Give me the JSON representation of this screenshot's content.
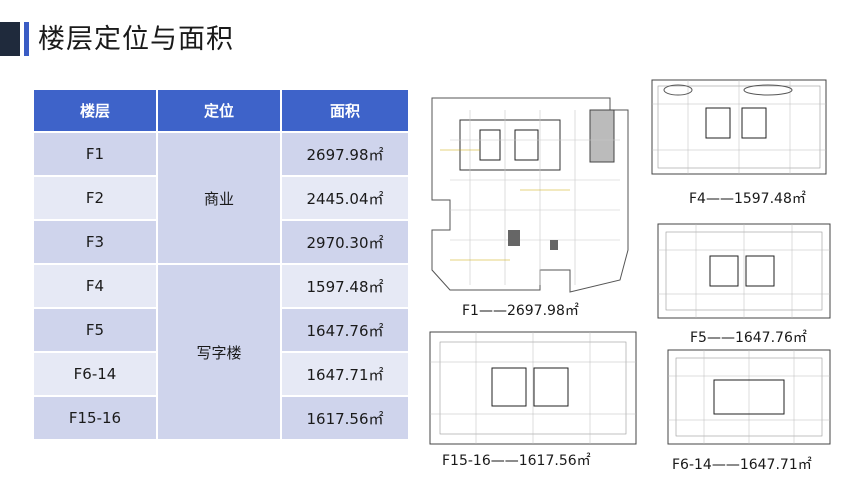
{
  "page": {
    "title": "楼层定位与面积"
  },
  "table": {
    "headers": [
      "楼层",
      "定位",
      "面积"
    ],
    "rows": [
      {
        "floor": "F1",
        "area": "2697.98㎡"
      },
      {
        "floor": "F2",
        "area": "2445.04㎡"
      },
      {
        "floor": "F3",
        "area": "2970.30㎡"
      },
      {
        "floor": "F4",
        "area": "1597.48㎡"
      },
      {
        "floor": "F5",
        "area": "1647.76㎡"
      },
      {
        "floor": "F6-14",
        "area": "1647.71㎡"
      },
      {
        "floor": "F15-16",
        "area": "1617.56㎡"
      }
    ],
    "positions": {
      "commercial": "商业",
      "office": "写字楼"
    }
  },
  "plans": {
    "f1": "F1——2697.98㎡",
    "f4": "F4——1597.48㎡",
    "f5": "F5——1647.76㎡",
    "f15_16": "F15-16——1617.56㎡",
    "f6_14": "F6-14——1647.71㎡"
  },
  "colors": {
    "header_blue": "#3e63c9",
    "title_mark_dark": "#1f2a3c",
    "title_mark_blue": "#3a5cc4",
    "cell_dark": "#cfd4ec",
    "cell_light": "#e6e9f5"
  }
}
